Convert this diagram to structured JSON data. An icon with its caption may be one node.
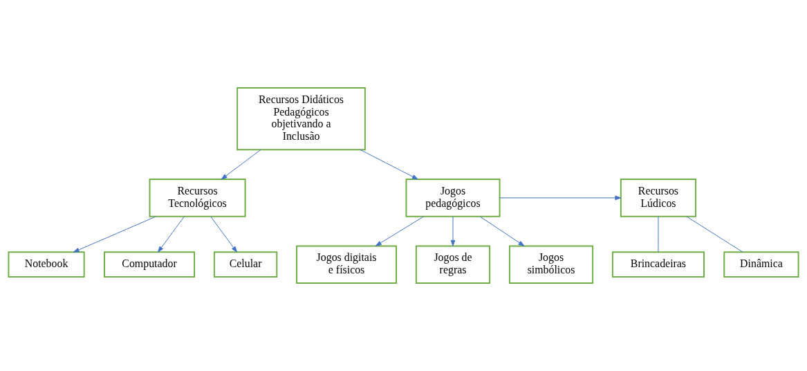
{
  "diagram": {
    "nodes": [
      {
        "text": [
          "Recursos Didáticos Pedagógicos objetivando a Inclusão"
        ]
      },
      {
        "text": [
          "Recursos Tecnológicos"
        ]
      },
      {
        "text": [
          "Jogos pedagógicos"
        ]
      },
      {
        "text": [
          "Recursos Lúdicos"
        ]
      },
      {
        "text": [
          "Notebook"
        ]
      },
      {
        "text": [
          "Computador"
        ]
      },
      {
        "text": [
          "Celular"
        ]
      },
      {
        "text": [
          "Brincadeiras"
        ]
      },
      {
        "text": [
          "Dinâmica"
        ]
      },
      {
        "text": [
          "Jogos digitais e físicos"
        ]
      },
      {
        "text": [
          "Jogos de regras"
        ]
      },
      {
        "text": [
          "Jogos simbólicos"
        ]
      }
    ],
    "edges": [
      {
        "from": 0,
        "to": 1,
        "arrow": "to"
      },
      {
        "from": 0,
        "to": 2,
        "arrow": "to"
      },
      {
        "from": 1,
        "to": 4,
        "arrow": "to"
      },
      {
        "from": 1,
        "to": 5,
        "arrow": "to"
      },
      {
        "from": 1,
        "to": 6,
        "arrow": "to"
      },
      {
        "from": 2,
        "to": 3,
        "arrow": "to"
      },
      {
        "from": 3,
        "to": 7,
        "arrow": "none"
      },
      {
        "from": 3,
        "to": 8,
        "arrow": "none"
      },
      {
        "from": 2,
        "to": 9,
        "arrow": "to"
      },
      {
        "from": 2,
        "to": 10,
        "arrow": "to"
      },
      {
        "from": 2,
        "to": 11,
        "arrow": "to"
      }
    ]
  }
}
